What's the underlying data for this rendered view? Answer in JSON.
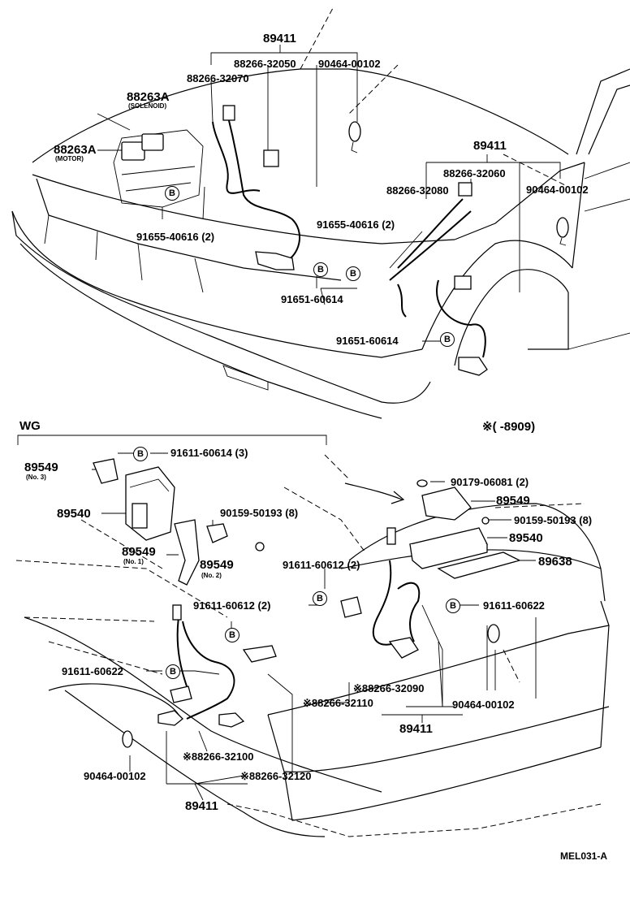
{
  "upper": {
    "p89411_top": "89411",
    "p88266_32050": "88266-32050",
    "p90464_00102_top": "90464-00102",
    "p88266_32070": "88266-32070",
    "p88263A_sol": "88263A",
    "solenoid": "(SOLENOID)",
    "p88263A_mot": "88263A",
    "motor": "(MOTOR)",
    "p89411_right": "89411",
    "p88266_32060": "88266-32060",
    "p88266_32080": "88266-32080",
    "p90464_00102_right": "90464-00102",
    "p91655_40616_left": "91655-40616 (2)",
    "p91655_40616_mid": "91655-40616 (2)",
    "p91651_60614_mid": "91651-60614",
    "p91651_60614_right": "91651-60614"
  },
  "lower": {
    "wg": "WG",
    "note": "※(      -8909)",
    "p91611_60614": "91611-60614 (3)",
    "p89549_3": "89549",
    "no3": "(No. 3)",
    "p89540_left": "89540",
    "p90159_left": "90159-50193 (8)",
    "p89549_1": "89549",
    "no1": "(No. 1)",
    "p89549_2": "89549",
    "no2": "(No. 2)",
    "p90179": "90179-06081 (2)",
    "p89549_right": "89549",
    "p90159_right": "90159-50193 (8)",
    "p89540_right": "89540",
    "p91611_60612_a": "91611-60612 (2)",
    "p89638": "89638",
    "p91611_60612_b": "91611-60612 (2)",
    "p91611_60622_right": "91611-60622",
    "p91611_60622_left": "91611-60622",
    "p88266_32090": "※88266-32090",
    "p88266_32110": "※88266-32110",
    "p90464_00102_mid": "90464-00102",
    "p89411_mid": "89411",
    "p88266_32100": "※88266-32100",
    "p88266_32120": "※88266-32120",
    "p90464_00102_left": "90464-00102",
    "p89411_bottom": "89411"
  },
  "footer": {
    "code": "MEL031-A"
  },
  "bolt_mark": "B"
}
